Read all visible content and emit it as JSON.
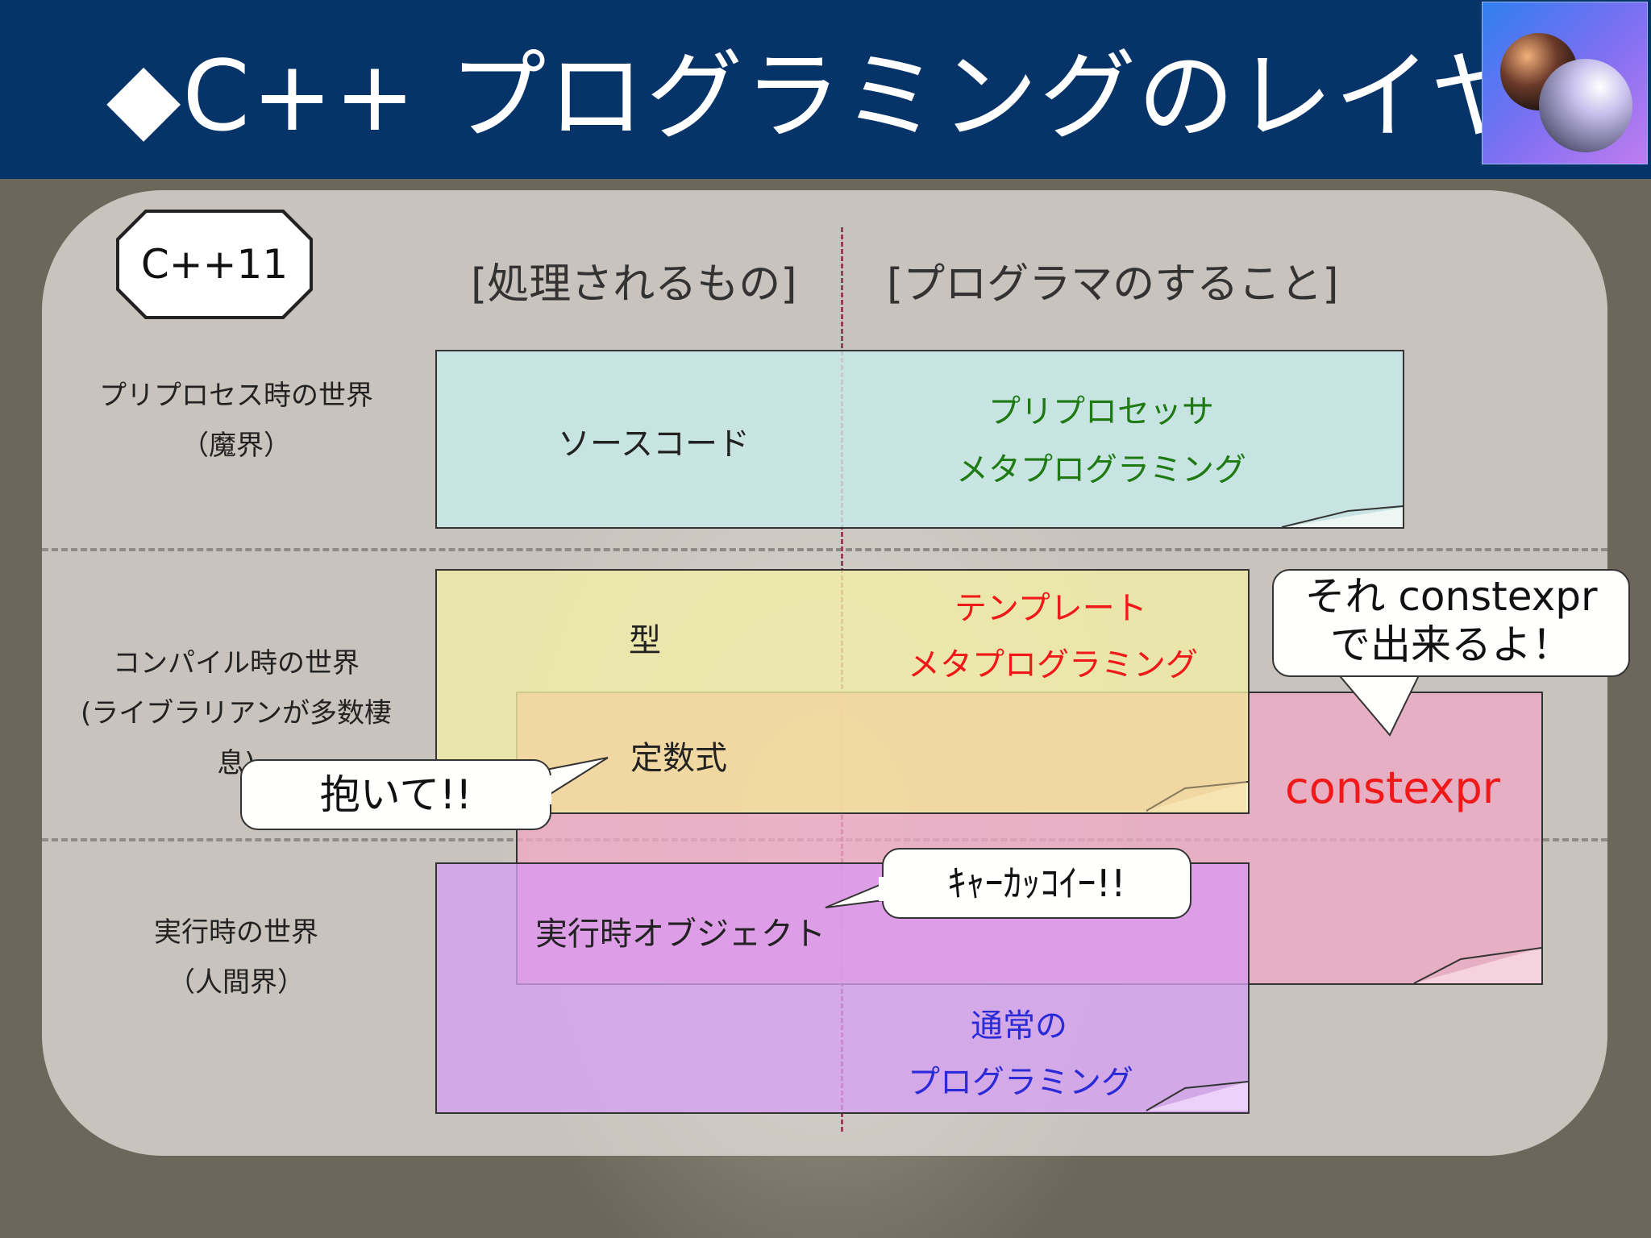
{
  "title": "◆C++ プログラミングのレイヤー",
  "badge": "C++11",
  "columns": {
    "left": "[処理されるもの]",
    "right": "[プログラマのすること]"
  },
  "rows": {
    "preprocess": {
      "line1": "プリプロセス時の世界",
      "line2": "（魔界）"
    },
    "compile": {
      "line1": "コンパイル時の世界",
      "line2": "(ライブラリアンが多数棲息)"
    },
    "runtime": {
      "line1": "実行時の世界",
      "line2": "（人間界）"
    }
  },
  "boxes": {
    "source": "ソースコード",
    "preprocessor_meta": [
      "プリプロセッサ",
      "メタプログラミング"
    ],
    "type": "型",
    "template_meta": [
      "テンプレート",
      "メタプログラミング"
    ],
    "constexpr_expr": "定数式",
    "constexpr": "constexpr",
    "runtime_object": "実行時オブジェクト",
    "normal_programming": [
      "通常の",
      "プログラミング"
    ]
  },
  "bubbles": {
    "constexpr_can": [
      "それ constexpr",
      "で出来るよ！"
    ],
    "hug": "抱いて!!",
    "cool": "ｷｬｰｶｯｺｲｰ!!"
  },
  "colors": {
    "title_bar": "#063469",
    "source_box": "#cfe7e4",
    "type_box": "#f2eea5",
    "constexpr_box": "#eeaac4",
    "runtime_box": "#d8a8f2",
    "green_text": "#1f7a14",
    "red_text": "#f01818",
    "blue_text": "#2a2ad6"
  }
}
